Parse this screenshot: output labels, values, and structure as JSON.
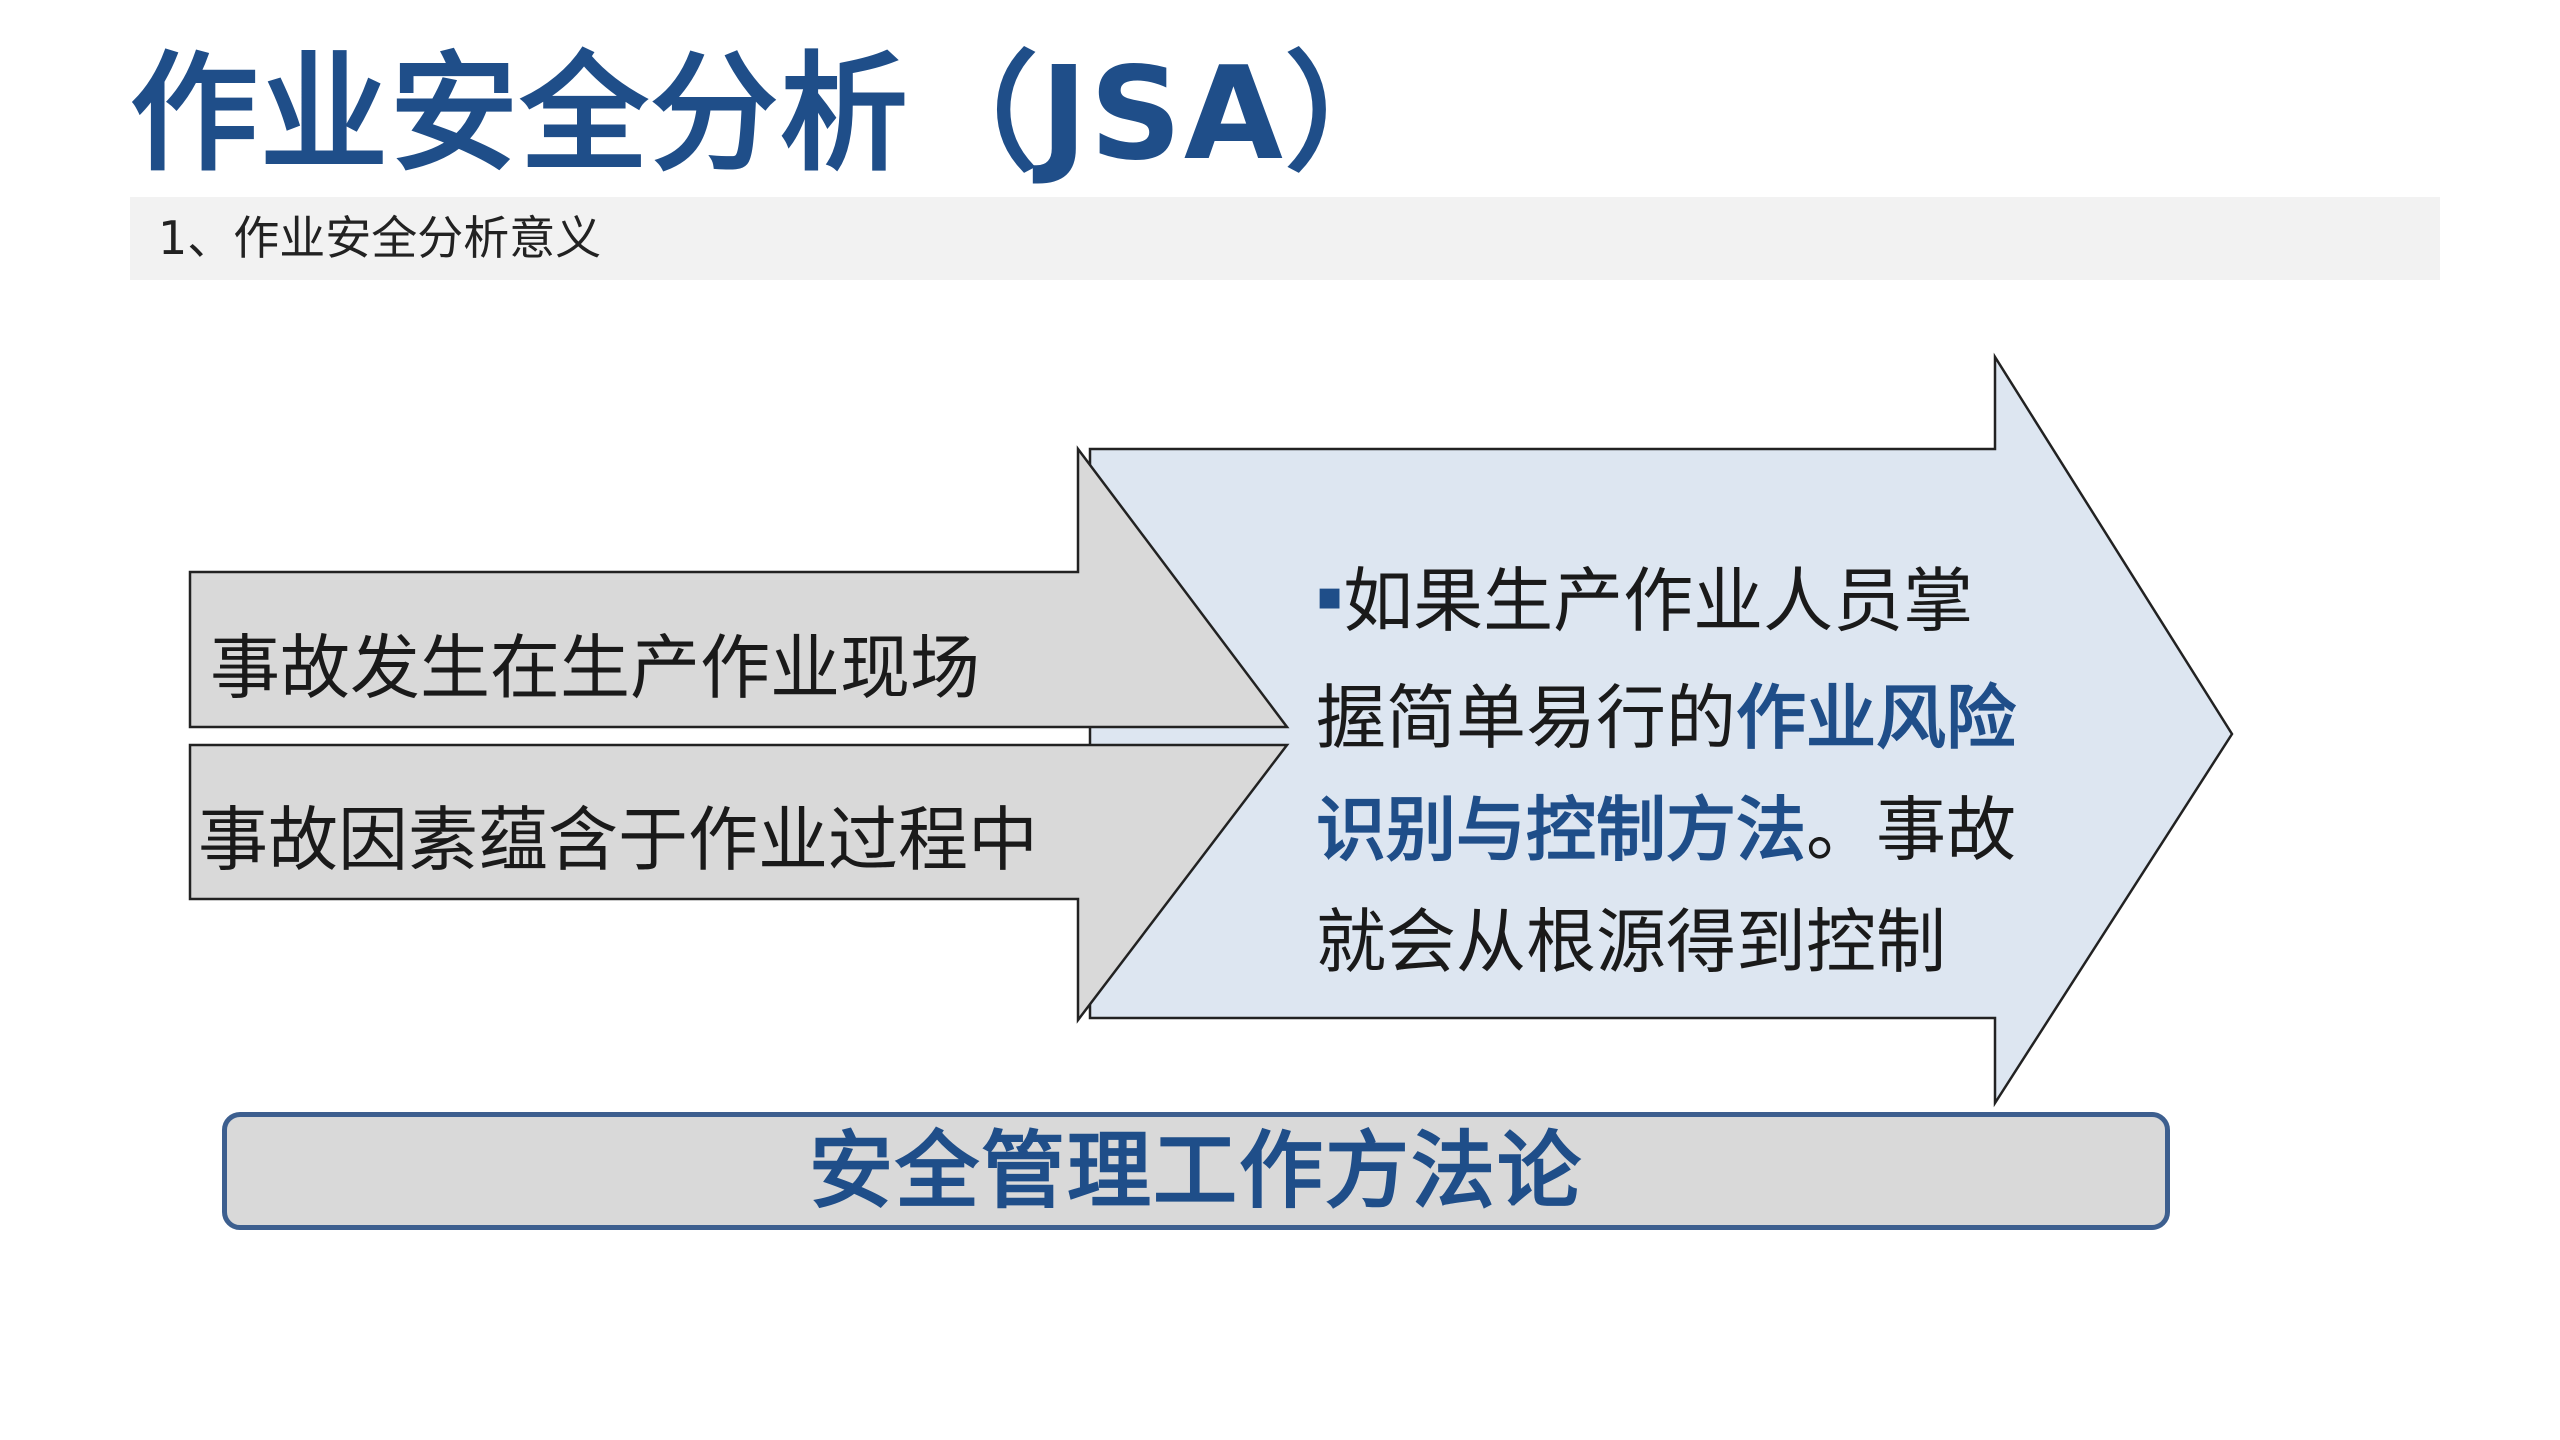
{
  "title": "作业安全分析（JSA）",
  "subtitle": "1、作业安全分析意义",
  "arrows": {
    "upper": "事故发生在生产作业现场",
    "lower": "事故因素蕴含于作业过程中"
  },
  "big_arrow": {
    "bullet": "▪",
    "line1": "如果生产作业人员掌",
    "line2_plain": "握简单易行的",
    "line2_highlight": "作业风险",
    "line3_highlight": "识别与控制方法",
    "line3_plain": "。事故",
    "line4": "就会从根源得到控制"
  },
  "bottom_label": "安全管理工作方法论",
  "colors": {
    "title": "#1f4e89",
    "small_arrow_fill": "#d9d9d9",
    "big_arrow_fill": "#dde6f1",
    "box_border": "#3d5f8f"
  }
}
